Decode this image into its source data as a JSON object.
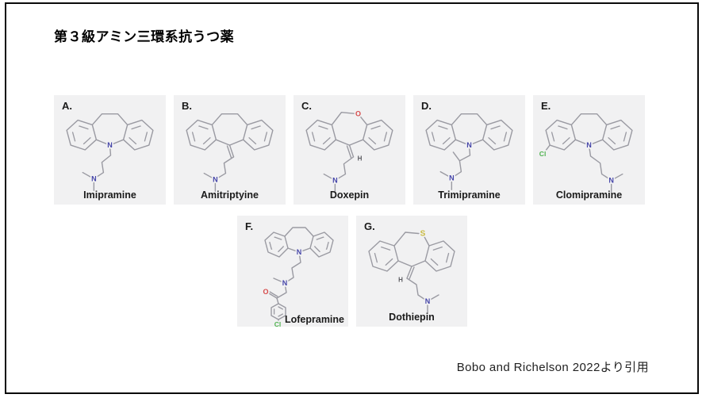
{
  "slide": {
    "title": "第３級アミン三環系抗うつ薬",
    "citation": "Bobo and Richelson 2022より引用"
  },
  "colors": {
    "panel_bg": "#f1f1f2",
    "bond": "#9a9aa2",
    "nitrogen": "#4444a8",
    "oxygen": "#d64a4a",
    "sulfur": "#c9ba3f",
    "chlorine": "#53b353",
    "hydrogen": "#5a5a5f"
  },
  "panels": [
    {
      "label": "A.",
      "name": "Imipramine",
      "atoms": {
        "ring_n": "N",
        "amine_n": "N"
      }
    },
    {
      "label": "B.",
      "name": "Amitriptyine",
      "atoms": {
        "amine_n": "N"
      }
    },
    {
      "label": "C.",
      "name": "Doxepin",
      "atoms": {
        "ring_o": "O",
        "vinyl_h": "H",
        "amine_n": "N"
      }
    },
    {
      "label": "D.",
      "name": "Trimipramine",
      "atoms": {
        "ring_n": "N",
        "amine_n": "N"
      }
    },
    {
      "label": "E.",
      "name": "Clomipramine",
      "atoms": {
        "cl": "Cl",
        "ring_n": "N",
        "amine_n": "N"
      }
    },
    {
      "label": "F.",
      "name": "Lofepramine",
      "atoms": {
        "ring_n": "N",
        "amide_n": "N",
        "carbonyl_o": "O",
        "cl": "Cl"
      }
    },
    {
      "label": "G.",
      "name": "Dothiepin",
      "atoms": {
        "ring_s": "S",
        "vinyl_h": "H",
        "amine_n": "N"
      }
    }
  ]
}
